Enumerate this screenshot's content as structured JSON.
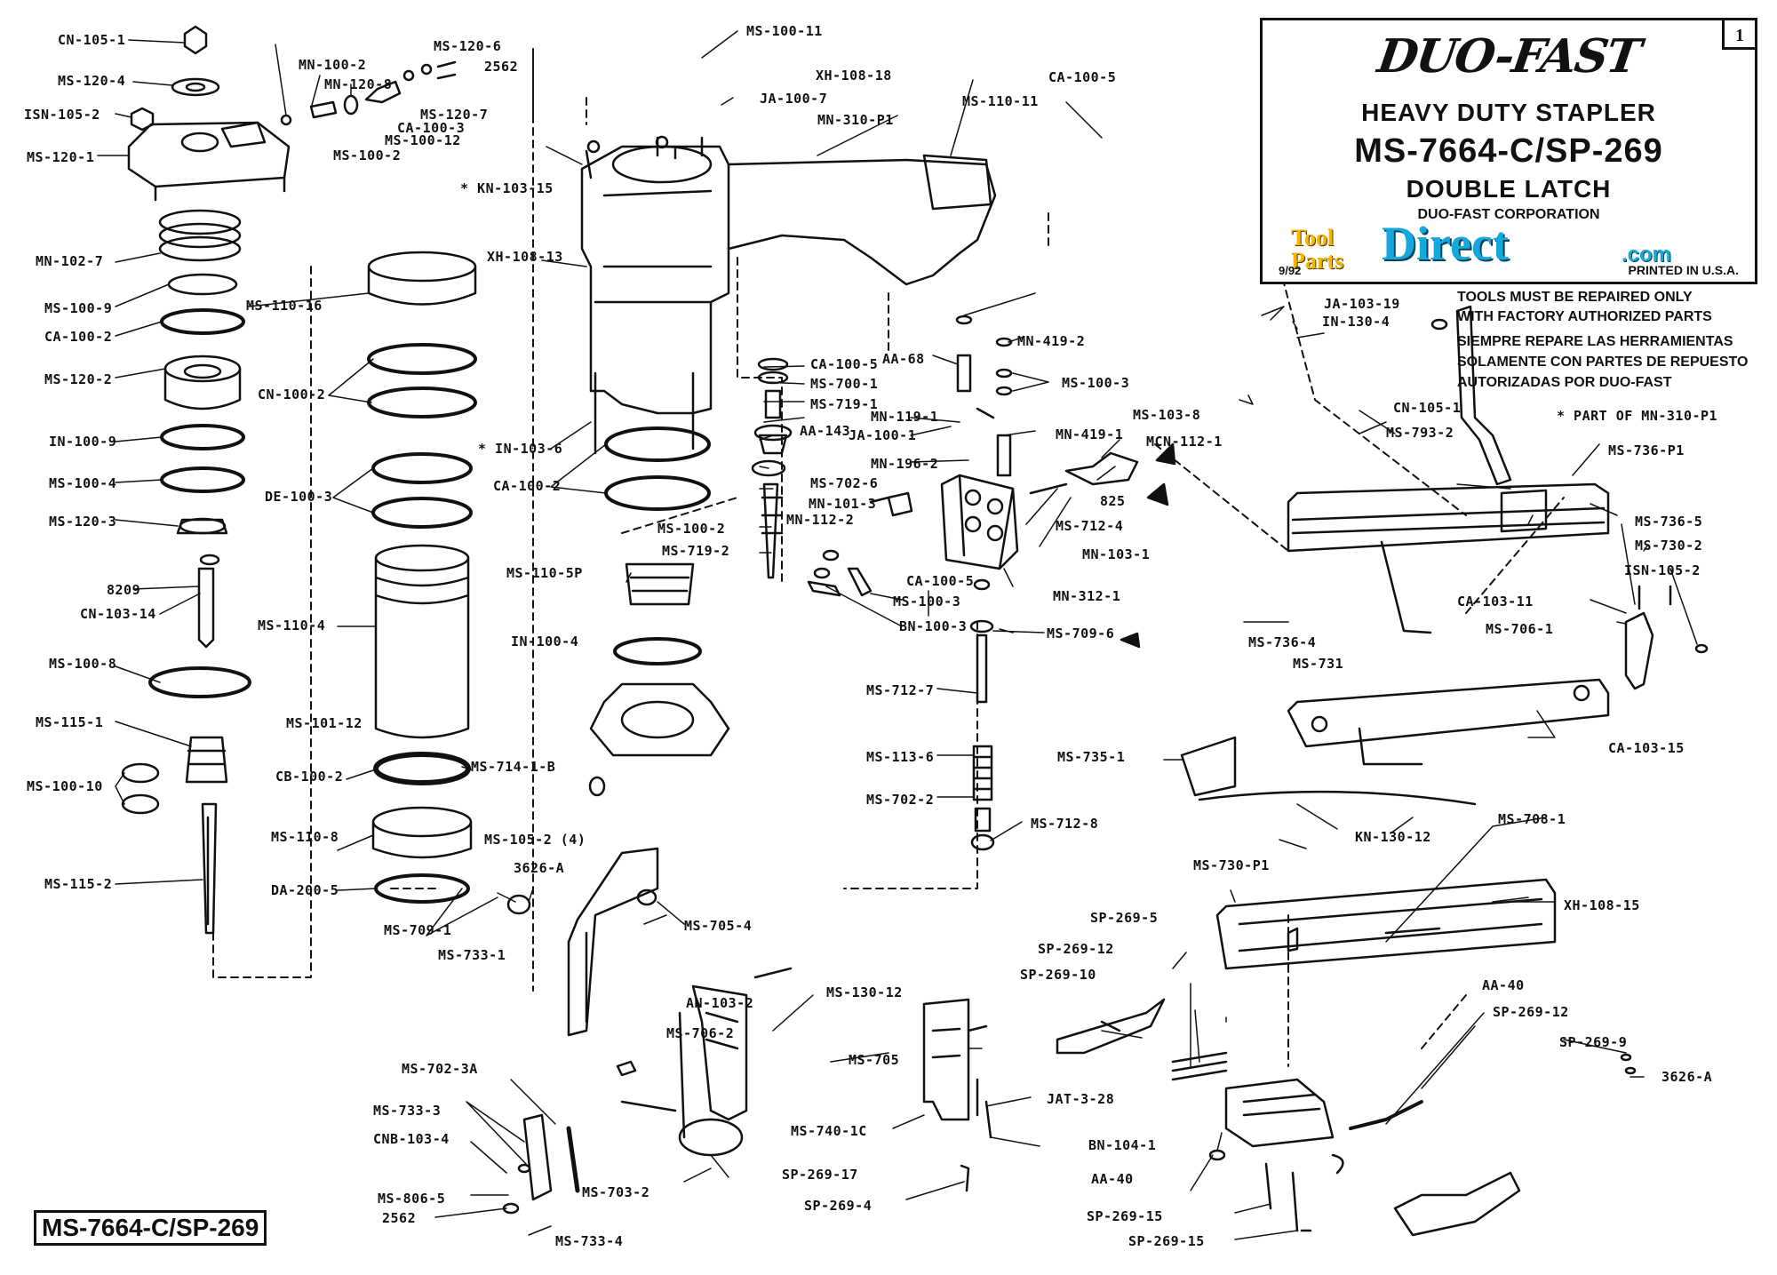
{
  "title_block": {
    "brand": "DUO-FAST",
    "page_number": "1",
    "subtitle": "HEAVY DUTY STAPLER",
    "model": "MS-7664-C/SP-269",
    "latch": "DOUBLE LATCH",
    "corporation": "DUO-FAST CORPORATION",
    "date": "9/92",
    "printed": "PRINTED IN U.S.A.",
    "watermark": {
      "tool": "Tool",
      "parts": "Parts",
      "direct": "Direct",
      "com": ".com"
    }
  },
  "notice": {
    "en_1": "TOOLS MUST BE REPAIRED ONLY",
    "en_2": "WITH FACTORY AUTHORIZED PARTS",
    "es_1": "SIEMPRE REPARE LAS HERRAMIENTAS",
    "es_2": "SOLAMENTE CON PARTES DE REPUESTO",
    "es_3": "AUTORIZADAS POR DUO-FAST",
    "part_of": "* PART OF MN-310-P1"
  },
  "footer_model": "MS-7664-C/SP-269",
  "colors": {
    "ink": "#111111",
    "logo_orange": "#f7b500",
    "logo_blue": "#14a8dc",
    "logo_red": "#d9221c"
  },
  "labels": [
    {
      "id": "cn-105-1",
      "t": "CN-105-1"
    },
    {
      "id": "ms-120-4",
      "t": "MS-120-4"
    },
    {
      "id": "isn-105-2",
      "t": "ISN-105-2"
    },
    {
      "id": "ms-120-1",
      "t": "MS-120-1"
    },
    {
      "id": "mn-102-7",
      "t": "MN-102-7"
    },
    {
      "id": "ms-100-9",
      "t": "MS-100-9"
    },
    {
      "id": "ca-100-2-a",
      "t": "CA-100-2"
    },
    {
      "id": "ms-120-2",
      "t": "MS-120-2"
    },
    {
      "id": "in-100-9",
      "t": "IN-100-9"
    },
    {
      "id": "ms-100-4",
      "t": "MS-100-4"
    },
    {
      "id": "ms-120-3",
      "t": "MS-120-3"
    },
    {
      "id": "l8209",
      "t": "8209"
    },
    {
      "id": "cn-103-14",
      "t": "CN-103-14"
    },
    {
      "id": "ms-100-8",
      "t": "MS-100-8"
    },
    {
      "id": "ms-115-1",
      "t": "MS-115-1"
    },
    {
      "id": "ms-100-10",
      "t": "MS-100-10"
    },
    {
      "id": "ms-115-2",
      "t": "MS-115-2"
    },
    {
      "id": "mn-100-2",
      "t": "MN-100-2"
    },
    {
      "id": "mn-120-8",
      "t": "MN-120-8"
    },
    {
      "id": "ms-120-6",
      "t": "MS-120-6"
    },
    {
      "id": "l2562-a",
      "t": "2562"
    },
    {
      "id": "ms-120-7",
      "t": "MS-120-7"
    },
    {
      "id": "ca-100-3",
      "t": "CA-100-3"
    },
    {
      "id": "ms-100-12",
      "t": "MS-100-12"
    },
    {
      "id": "ms-100-2-a",
      "t": "MS-100-2"
    },
    {
      "id": "ms-110-16",
      "t": "MS-110-16"
    },
    {
      "id": "cn-100-2",
      "t": "CN-100-2"
    },
    {
      "id": "de-100-3",
      "t": "DE-100-3"
    },
    {
      "id": "ms-110-4",
      "t": "MS-110-4"
    },
    {
      "id": "ms-101-12",
      "t": "MS-101-12"
    },
    {
      "id": "cb-100-2",
      "t": "CB-100-2"
    },
    {
      "id": "ms-714-1-b",
      "t": "MS-714-1-B"
    },
    {
      "id": "ms-110-8",
      "t": "MS-110-8"
    },
    {
      "id": "da-200-5",
      "t": "DA-200-5"
    },
    {
      "id": "ms-709-1",
      "t": "MS-709-1"
    },
    {
      "id": "ms-733-1",
      "t": "MS-733-1"
    },
    {
      "id": "l3626-a-a",
      "t": "3626-A"
    },
    {
      "id": "ms-105-2",
      "t": "MS-105-2 (4)"
    },
    {
      "id": "ms-100-11",
      "t": "MS-100-11"
    },
    {
      "id": "ja-100-7",
      "t": "JA-100-7"
    },
    {
      "id": "xh-108-18",
      "t": "XH-108-18"
    },
    {
      "id": "mn-310-p1",
      "t": "MN-310-P1"
    },
    {
      "id": "ms-110-11",
      "t": "MS-110-11"
    },
    {
      "id": "kn-103-15",
      "t": "* KN-103-15"
    },
    {
      "id": "xh-108-13",
      "t": "XH-108-13"
    },
    {
      "id": "in-103-6",
      "t": "* IN-103-6"
    },
    {
      "id": "ca-100-2-b",
      "t": "CA-100-2"
    },
    {
      "id": "ms-110-5p",
      "t": "MS-110-5P"
    },
    {
      "id": "in-100-4",
      "t": "IN-100-4"
    },
    {
      "id": "ca-100-5-a",
      "t": "CA-100-5"
    },
    {
      "id": "ms-700-1",
      "t": "MS-700-1"
    },
    {
      "id": "ms-719-1",
      "t": "MS-719-1"
    },
    {
      "id": "aa-143",
      "t": "AA-143"
    },
    {
      "id": "ms-702-6",
      "t": "MS-702-6"
    },
    {
      "id": "mn-101-3",
      "t": "MN-101-3"
    },
    {
      "id": "mn-112-2",
      "t": "MN-112-2"
    },
    {
      "id": "ms-100-2-b",
      "t": "MS-100-2"
    },
    {
      "id": "ms-719-2",
      "t": "MS-719-2"
    },
    {
      "id": "ca-100-5-b",
      "t": "CA-100-5"
    },
    {
      "id": "aa-68",
      "t": "AA-68"
    },
    {
      "id": "mn-419-2",
      "t": "MN-419-2"
    },
    {
      "id": "ms-100-3-a",
      "t": "MS-100-3"
    },
    {
      "id": "mn-119-1",
      "t": "MN-119-1"
    },
    {
      "id": "ja-100-1",
      "t": "JA-100-1"
    },
    {
      "id": "mn-196-2",
      "t": "MN-196-2"
    },
    {
      "id": "mn-419-1",
      "t": "MN-419-1"
    },
    {
      "id": "ms-103-8",
      "t": "MS-103-8"
    },
    {
      "id": "mcn-112-1",
      "t": "MCN-112-1"
    },
    {
      "id": "l825",
      "t": "825"
    },
    {
      "id": "ms-712-4",
      "t": "MS-712-4"
    },
    {
      "id": "mn-103-1",
      "t": "MN-103-1"
    },
    {
      "id": "ca-100-5-c",
      "t": "CA-100-5"
    },
    {
      "id": "ms-100-3-b",
      "t": "MS-100-3"
    },
    {
      "id": "mn-312-1",
      "t": "MN-312-1"
    },
    {
      "id": "bn-100-3",
      "t": "BN-100-3"
    },
    {
      "id": "ms-709-6",
      "t": "MS-709-6"
    },
    {
      "id": "ms-712-7",
      "t": "MS-712-7"
    },
    {
      "id": "ms-113-6",
      "t": "MS-113-6"
    },
    {
      "id": "ms-702-2",
      "t": "MS-702-2"
    },
    {
      "id": "ms-712-8",
      "t": "MS-712-8"
    },
    {
      "id": "ms-705-4",
      "t": "MS-705-4"
    },
    {
      "id": "an-103-2",
      "t": "AN-103-2"
    },
    {
      "id": "ms-706-2",
      "t": "MS-706-2"
    },
    {
      "id": "ms-705",
      "t": "MS-705"
    },
    {
      "id": "ms-130-12",
      "t": "MS-130-12"
    },
    {
      "id": "ms-740-1c",
      "t": "MS-740-1C"
    },
    {
      "id": "jat-3-28",
      "t": "JAT-3-28"
    },
    {
      "id": "bn-104-1",
      "t": "BN-104-1"
    },
    {
      "id": "ms-703-2",
      "t": "MS-703-2"
    },
    {
      "id": "sp-269-17",
      "t": "SP-269-17"
    },
    {
      "id": "sp-269-4",
      "t": "SP-269-4"
    },
    {
      "id": "ms-702-3a",
      "t": "MS-702-3A"
    },
    {
      "id": "ms-733-3",
      "t": "MS-733-3"
    },
    {
      "id": "cnb-103-4",
      "t": "CNB-103-4"
    },
    {
      "id": "ms-806-5",
      "t": "MS-806-5"
    },
    {
      "id": "l2562-b",
      "t": "2562"
    },
    {
      "id": "ms-733-4",
      "t": "MS-733-4"
    },
    {
      "id": "ja-103-19",
      "t": "JA-103-19"
    },
    {
      "id": "in-130-4",
      "t": "IN-130-4"
    },
    {
      "id": "cn-105-1-b",
      "t": "CN-105-1"
    },
    {
      "id": "ms-793-2",
      "t": "MS-793-2"
    },
    {
      "id": "ms-736-p1",
      "t": "MS-736-P1"
    },
    {
      "id": "ms-736-5",
      "t": "MS-736-5"
    },
    {
      "id": "ms-730-2",
      "t": "MS-730-2"
    },
    {
      "id": "isn-105-2-b",
      "t": "ISN-105-2"
    },
    {
      "id": "ca-103-11",
      "t": "CA-103-11"
    },
    {
      "id": "ms-706-1",
      "t": "MS-706-1"
    },
    {
      "id": "ms-736-4",
      "t": "MS-736-4"
    },
    {
      "id": "ms-731",
      "t": "MS-731"
    },
    {
      "id": "ca-103-15",
      "t": "CA-103-15"
    },
    {
      "id": "ms-735-1",
      "t": "MS-735-1"
    },
    {
      "id": "kn-130-12",
      "t": "KN-130-12"
    },
    {
      "id": "ms-708-1",
      "t": "MS-708-1"
    },
    {
      "id": "ms-730-p1",
      "t": "MS-730-P1"
    },
    {
      "id": "xh-108-15",
      "t": "XH-108-15"
    },
    {
      "id": "sp-269-5",
      "t": "SP-269-5"
    },
    {
      "id": "sp-269-12-a",
      "t": "SP-269-12"
    },
    {
      "id": "sp-269-10",
      "t": "SP-269-10"
    },
    {
      "id": "aa-40-a",
      "t": "AA-40"
    },
    {
      "id": "sp-269-12-b",
      "t": "SP-269-12"
    },
    {
      "id": "sp-269-9",
      "t": "SP-269-9"
    },
    {
      "id": "l3626-a-b",
      "t": "3626-A"
    },
    {
      "id": "aa-40-b",
      "t": "AA-40"
    },
    {
      "id": "sp-269-15-a",
      "t": "SP-269-15"
    },
    {
      "id": "sp-269-15-b",
      "t": "SP-269-15"
    }
  ]
}
